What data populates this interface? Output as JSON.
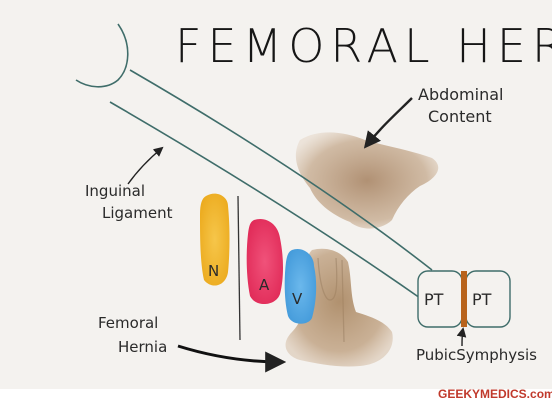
{
  "title": "FEMORAL HERNIA",
  "labels": {
    "abdominal_line1": "Abdominal",
    "abdominal_line2": "Content",
    "inguinal_line1": "Inguinal",
    "inguinal_line2": "Ligament",
    "femoral_line1": "Femoral",
    "femoral_line2": "Hernia",
    "pubic_symphysis": "PubicSymphysis",
    "nerve": "N",
    "artery": "A",
    "vein": "V",
    "pubic_tubercle_left": "PT",
    "pubic_tubercle_right": "PT"
  },
  "watermark": "GEEKYMEDICS.com",
  "colors": {
    "background": "#f4f2ef",
    "ligament": "#3f6d6a",
    "nerve": "#f0b52a",
    "artery": "#e8345f",
    "vein": "#4aa3e0",
    "hernia": "#b99a78",
    "symphysis": "#b8631c",
    "watermark": "#c0392b"
  }
}
